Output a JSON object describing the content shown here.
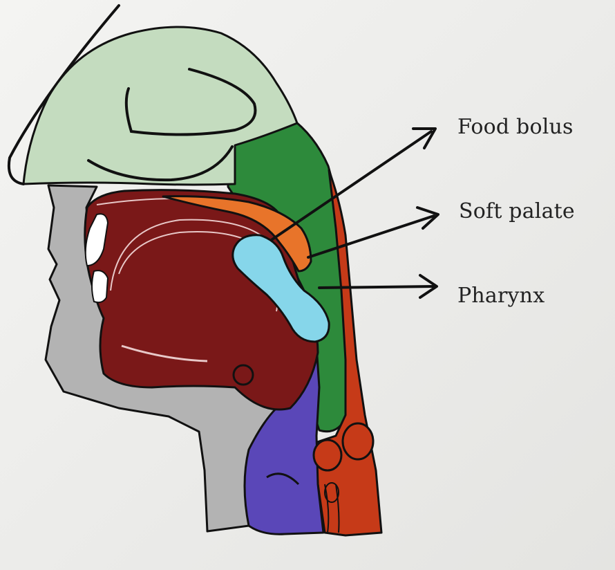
{
  "figure": {
    "labels": {
      "food_bolus": "Food bolus",
      "soft_palate": "Soft palate",
      "pharynx": "Pharynx"
    },
    "colors": {
      "nasal_cavity": "#c4dcbf",
      "pharynx": "#2d8a3b",
      "soft_palate": "#e8742a",
      "tongue": "#7a1818",
      "food_bolus": "#86d6ea",
      "larynx": "#5a47b8",
      "esophagus": "#c63a18",
      "face_tissue": "#b3b3b3",
      "teeth": "#ffffff",
      "arrow": "#111111"
    }
  }
}
